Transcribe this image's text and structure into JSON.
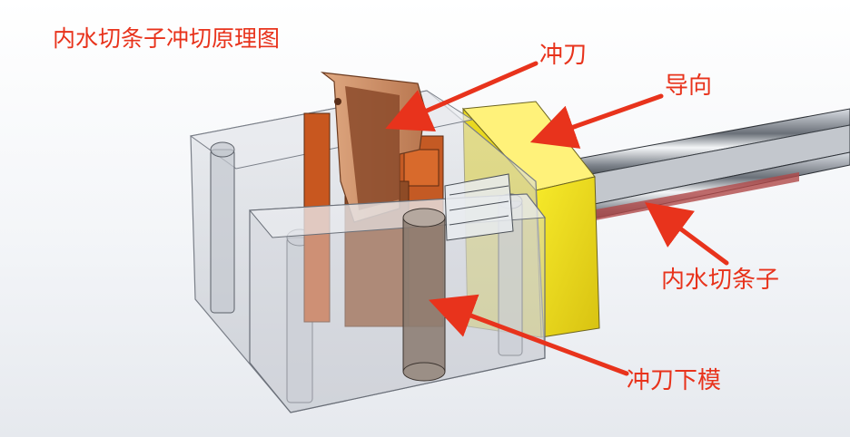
{
  "diagram": {
    "title": "内水切条子冲切原理图",
    "labels": {
      "punch": "冲刀",
      "guide": "导向",
      "strip": "内水切条子",
      "lower_die": "冲刀下模"
    },
    "colors": {
      "annotation": "#e8331c",
      "guide_block": "#f2e21e",
      "punch": "#c9825a",
      "housing": "#c9ccd3"
    }
  }
}
